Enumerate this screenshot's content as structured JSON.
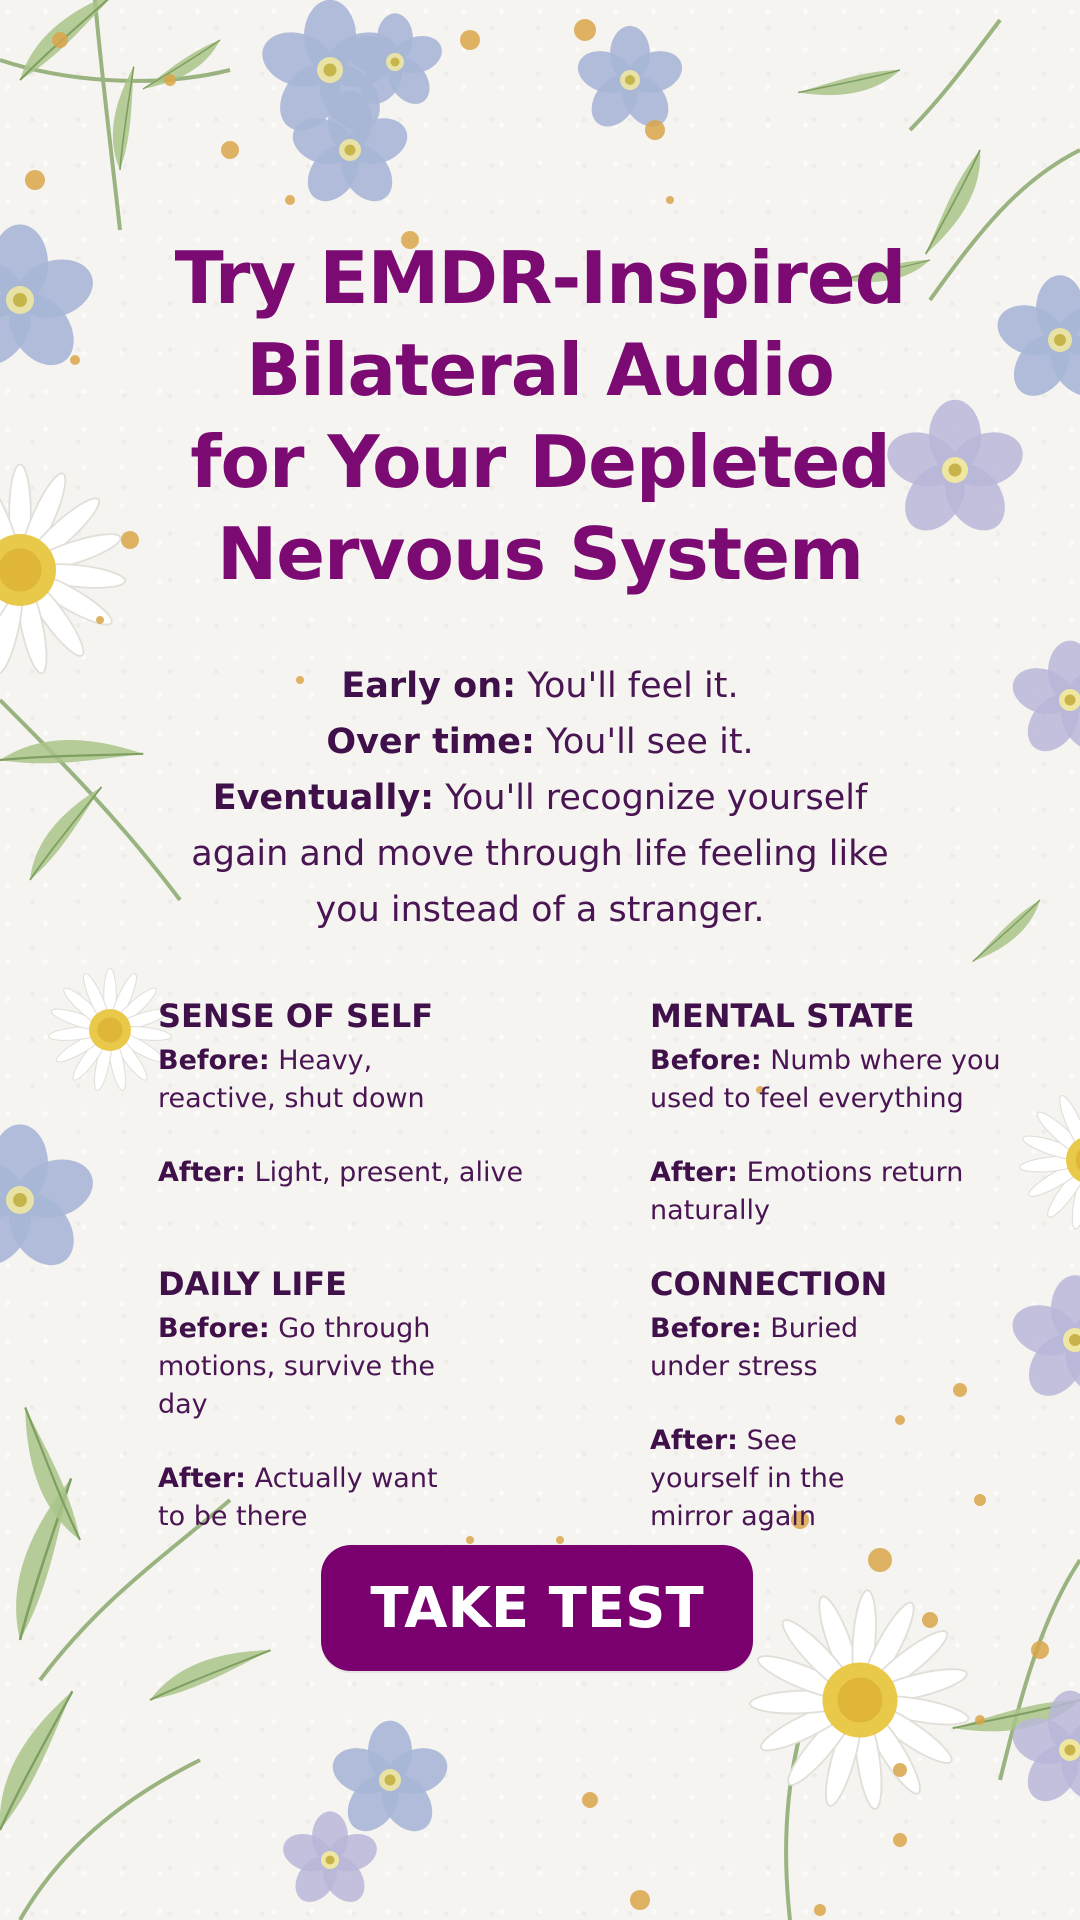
{
  "headline": {
    "line1": "Try EMDR-Inspired",
    "line2": "Bilateral Audio",
    "line3": "for Your Depleted",
    "line4": "Nervous System"
  },
  "intro": {
    "early_label": "Early on:",
    "early_text": " You'll feel it.",
    "overtime_label": "Over time:",
    "overtime_text": " You'll see it.",
    "eventually_label": "Eventually:",
    "eventually_text": " You'll recognize yourself again and move through life feeling like you instead of a stranger."
  },
  "cards": [
    {
      "title": "SENSE OF SELF",
      "before_label": "Before:",
      "before_text": " Heavy, reactive, shut down",
      "after_label": "After:",
      "after_text": " Light, present, alive"
    },
    {
      "title": "MENTAL STATE",
      "before_label": "Before:",
      "before_text": " Numb where you used to feel everything",
      "after_label": "After:",
      "after_text": " Emotions return naturally"
    },
    {
      "title": "DAILY LIFE",
      "before_label": "Before:",
      "before_text": " Go through motions, survive the day",
      "after_label": "After:",
      "after_text": " Actually want to be there"
    },
    {
      "title": "CONNECTION",
      "before_label": "Before:",
      "before_text": " Buried under stress",
      "after_label": "After:",
      "after_text": " See yourself in the mirror again"
    }
  ],
  "cta": {
    "label": "TAKE TEST"
  },
  "colors": {
    "accent": "#7b0a72",
    "button": "#7a006f",
    "text": "#3f1049",
    "background": "#f6f4f1"
  },
  "decor_icons": [
    "forget-me-not-icon",
    "daisy-icon",
    "leaf-icon",
    "gold-speckle-icon"
  ]
}
